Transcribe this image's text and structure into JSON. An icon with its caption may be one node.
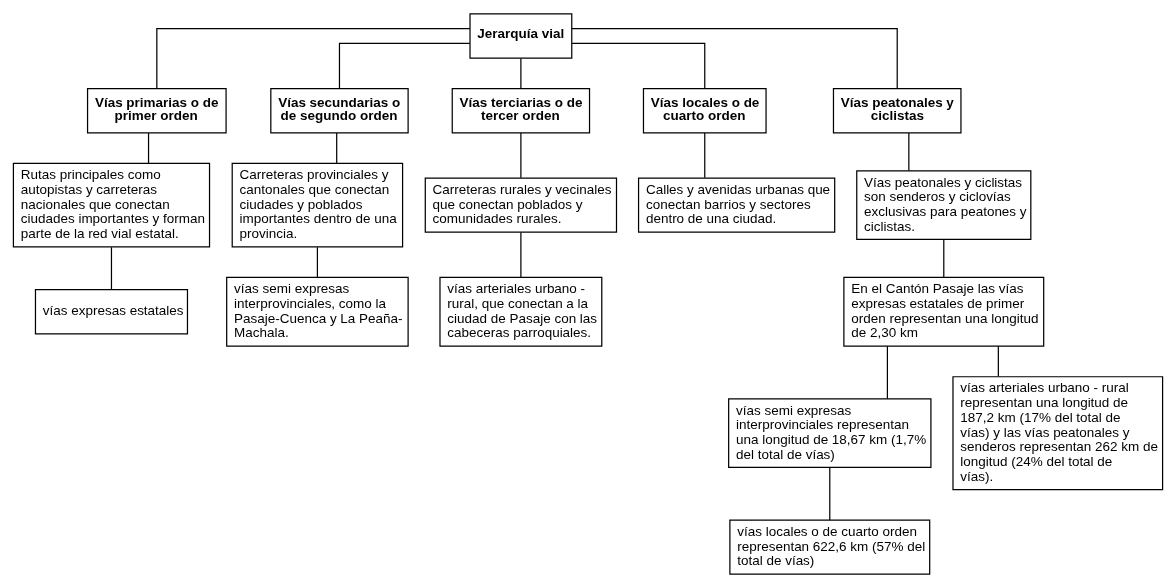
{
  "diagram": {
    "nodes": [
      {
        "text": [
          "Jerarquía vial"
        ]
      },
      {
        "text": [
          "Vías primarias o de primer orden"
        ]
      },
      {
        "text": [
          "Vías secundarias o de segundo orden"
        ]
      },
      {
        "text": [
          "Vías terciarias o de tercer orden"
        ]
      },
      {
        "text": [
          "Vías locales o de cuarto orden"
        ]
      },
      {
        "text": [
          "Vías peatonales y ciclistas"
        ]
      },
      {
        "text": [
          "Rutas principales como autopistas y carreteras nacionales que conectan ciudades importantes y forman parte de la red vial estatal."
        ]
      },
      {
        "text": [
          "vías expresas estatales"
        ]
      },
      {
        "text": [
          "Carreteras provinciales y cantonales que conectan ciudades y poblados importantes dentro de una provincia."
        ]
      },
      {
        "text": [
          "vías semi expresas interprovinciales, como la Pasaje-Cuenca y La Peaña-Machala."
        ]
      },
      {
        "text": [
          "Carreteras rurales y vecinales que conectan poblados y comunidades rurales."
        ]
      },
      {
        "text": [
          "vías arteriales urbano - rural, que conectan a la ciudad de Pasaje con las cabeceras parroquiales."
        ]
      },
      {
        "text": [
          "Calles y avenidas urbanas que conectan barrios y sectores dentro de una ciudad."
        ]
      },
      {
        "text": [
          "Vías peatonales y ciclistas son senderos y ciclovías exclusivas para peatones y ciclistas."
        ]
      },
      {
        "text": [
          "En el Cantón Pasaje las vías expresas estatales de primer orden representan una longitud de 2,30 km"
        ]
      },
      {
        "text": [
          "vías semi expresas interprovinciales representan una longitud de 18,67 km (1,7% del total de vías)"
        ]
      },
      {
        "text": [
          "vías arteriales urbano - rural representan una longitud de 187,2 km (17% del total de vías) y las vías peatonales y senderos representan 262 km de longitud (24% del total de vías)."
        ]
      },
      {
        "text": [
          "vías locales o de cuarto orden representan 622,6 km (57% del total de vías)"
        ]
      }
    ],
    "edges": [
      {
        "from": 0,
        "to": 1,
        "arrow": "none"
      },
      {
        "from": 0,
        "to": 2,
        "arrow": "none"
      },
      {
        "from": 0,
        "to": 3,
        "arrow": "none"
      },
      {
        "from": 0,
        "to": 4,
        "arrow": "none"
      },
      {
        "from": 0,
        "to": 5,
        "arrow": "none"
      },
      {
        "from": 1,
        "to": 6,
        "arrow": "none"
      },
      {
        "from": 6,
        "to": 7,
        "arrow": "none"
      },
      {
        "from": 2,
        "to": 8,
        "arrow": "none"
      },
      {
        "from": 8,
        "to": 9,
        "arrow": "none"
      },
      {
        "from": 3,
        "to": 10,
        "arrow": "none"
      },
      {
        "from": 10,
        "to": 11,
        "arrow": "none"
      },
      {
        "from": 4,
        "to": 12,
        "arrow": "none"
      },
      {
        "from": 5,
        "to": 13,
        "arrow": "none"
      },
      {
        "from": 13,
        "to": 14,
        "arrow": "none"
      },
      {
        "from": 14,
        "to": 15,
        "arrow": "none"
      },
      {
        "from": 14,
        "to": 16,
        "arrow": "none"
      },
      {
        "from": 15,
        "to": 17,
        "arrow": "none"
      }
    ]
  }
}
